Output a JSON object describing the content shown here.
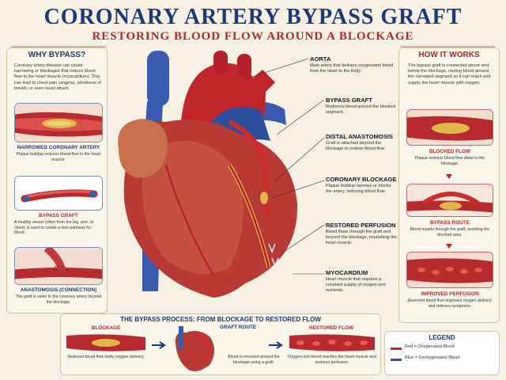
{
  "header": {
    "title": "CORONARY ARTERY BYPASS GRAFT",
    "subtitle": "RESTORING BLOOD FLOW AROUND A BLOCKAGE"
  },
  "left": {
    "heading": "WHY BYPASS?",
    "intro": "Coronary artery disease can cause narrowing or blockages that reduce blood flow to the heart muscle (myocardium). This can lead to chest pain (angina), shortness of breath, or even heart attack.",
    "cards": [
      {
        "title": "NARROWED CORONARY ARTERY",
        "text": "Plaque buildup reduces blood flow to the heart muscle."
      },
      {
        "title": "BYPASS GRAFT",
        "text": "A healthy vessel (often from the leg, arm, or chest) is used to create a new pathway for blood."
      },
      {
        "title": "ANASTOMOSIS (CONNECTION)",
        "text": "The graft is sewn to the coronary artery beyond the blockage."
      }
    ]
  },
  "right": {
    "heading": "HOW IT WORKS",
    "intro": "The bypass graft is connected above and below the blockage, routing blood around the narrowed segment so it can reach and supply the heart muscle with oxygen.",
    "cards": [
      {
        "title": "BLOCKED FLOW",
        "text": "Plaque restricts blood flow distal to the blockage."
      },
      {
        "title": "BYPASS ROUTE",
        "text": "Blood travels through the graft, avoiding the blocked area."
      },
      {
        "title": "IMPROVED PERFUSION",
        "text": "Restored blood flow improves oxygen delivery and relieves symptoms."
      }
    ]
  },
  "labels": [
    {
      "title": "AORTA",
      "text": "Main artery that delivers oxygenated blood from the heart to the body."
    },
    {
      "title": "BYPASS GRAFT",
      "text": "Redirects blood around the blocked segment."
    },
    {
      "title": "DISTAL ANASTOMOSIS",
      "text": "Graft is attached beyond the blockage to restore blood flow."
    },
    {
      "title": "CORONARY BLOCKAGE",
      "text": "Plaque buildup narrows or blocks the artery, reducing blood flow."
    },
    {
      "title": "RESTORED PERFUSION",
      "text": "Blood flows through the graft and beyond the blockage, nourishing the heart muscle."
    },
    {
      "title": "MYOCARDIUM",
      "text": "Heart muscle that requires a constant supply of oxygen and nutrients."
    }
  ],
  "process": {
    "heading": "THE BYPASS PROCESS: FROM BLOCKAGE TO RESTORED FLOW",
    "blockage_label": "BLOCKAGE",
    "blockage_text": "Reduced blood flow limits oxygen delivery.",
    "graft_route_label": "GRAFT ROUTE",
    "graft_text": "Blood is rerouted around the blockage using a graft.",
    "restored_label": "RESTORED FLOW",
    "restored_text": "Oxygen-rich blood reaches the heart muscle and restores perfusion."
  },
  "legend": {
    "heading": "LEGEND",
    "items": [
      {
        "text": "Red = Oxygenated Blood",
        "color": "#c0262c"
      },
      {
        "text": "Blue = Deoxygenated Blood",
        "color": "#2b4fa3"
      }
    ]
  },
  "colors": {
    "navy": "#1d3a78",
    "red": "#b3282d",
    "artery": "#c0262c",
    "vein": "#3a5ab0",
    "plaque": "#e0b84a"
  }
}
